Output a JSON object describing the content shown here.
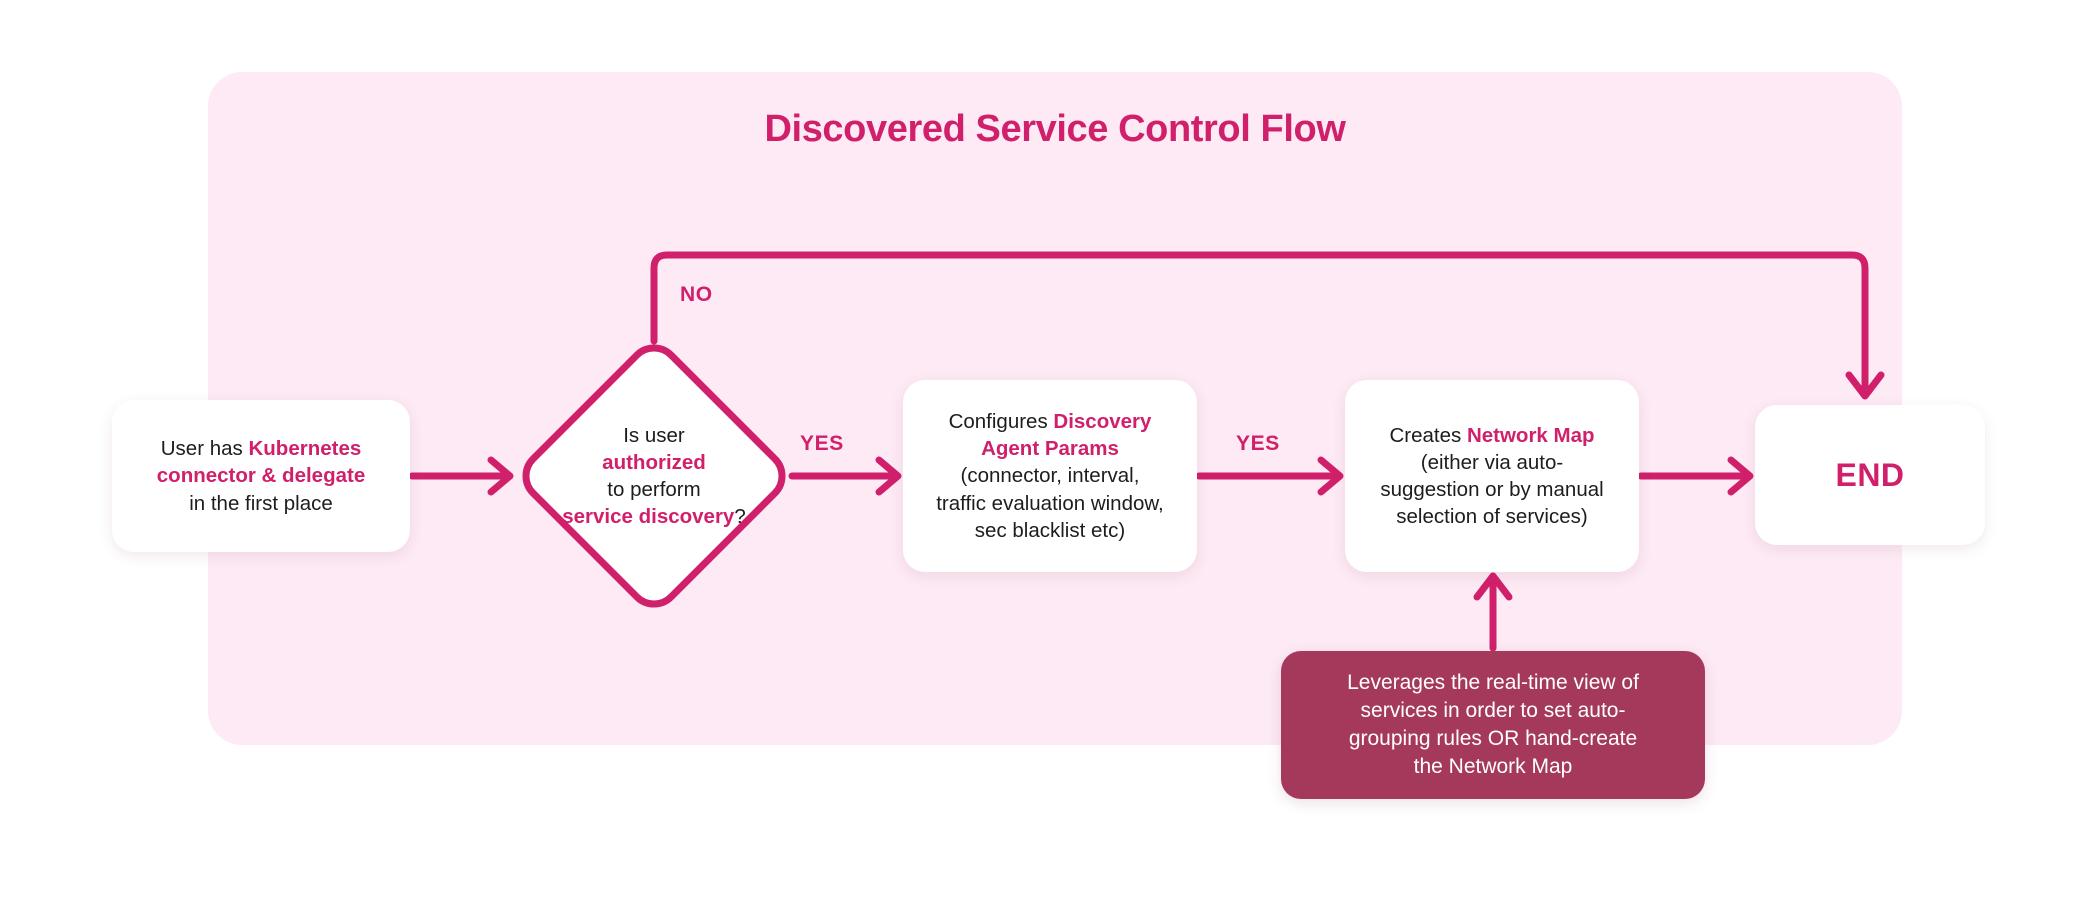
{
  "diagram": {
    "title": "Discovered Service Control Flow",
    "accent_color": "#d1206b",
    "panel_color": "#fdeaf4",
    "note_color": "#a4395c",
    "page_background": "#ffffff",
    "nodes": {
      "start": {
        "shape": "rounded-rectangle",
        "lines": [
          {
            "segments": [
              {
                "text": "User has ",
                "emphasis": false
              },
              {
                "text": "Kubernetes",
                "emphasis": true
              }
            ]
          },
          {
            "segments": [
              {
                "text": "connector & delegate",
                "emphasis": true
              }
            ]
          },
          {
            "segments": [
              {
                "text": "in the first place",
                "emphasis": false
              }
            ]
          }
        ]
      },
      "decision": {
        "shape": "diamond",
        "lines": [
          {
            "segments": [
              {
                "text": "Is user",
                "emphasis": false
              }
            ]
          },
          {
            "segments": [
              {
                "text": "authorized",
                "emphasis": true
              }
            ]
          },
          {
            "segments": [
              {
                "text": "to perform",
                "emphasis": false
              }
            ]
          },
          {
            "segments": [
              {
                "text": "service discovery",
                "emphasis": true
              },
              {
                "text": "?",
                "emphasis": false
              }
            ]
          }
        ]
      },
      "config": {
        "shape": "rounded-rectangle",
        "lines": [
          {
            "segments": [
              {
                "text": "Configures ",
                "emphasis": false
              },
              {
                "text": "Discovery",
                "emphasis": true
              }
            ]
          },
          {
            "segments": [
              {
                "text": "Agent Params",
                "emphasis": true
              }
            ]
          },
          {
            "segments": [
              {
                "text": "(connector, interval,",
                "emphasis": false
              }
            ]
          },
          {
            "segments": [
              {
                "text": "traffic evaluation window,",
                "emphasis": false
              }
            ]
          },
          {
            "segments": [
              {
                "text": "sec blacklist etc)",
                "emphasis": false
              }
            ]
          }
        ]
      },
      "map": {
        "shape": "rounded-rectangle",
        "lines": [
          {
            "segments": [
              {
                "text": "Creates ",
                "emphasis": false
              },
              {
                "text": "Network Map",
                "emphasis": true
              }
            ]
          },
          {
            "segments": [
              {
                "text": "(either via auto-",
                "emphasis": false
              }
            ]
          },
          {
            "segments": [
              {
                "text": "suggestion or by manual",
                "emphasis": false
              }
            ]
          },
          {
            "segments": [
              {
                "text": "selection of services)",
                "emphasis": false
              }
            ]
          }
        ]
      },
      "end": {
        "shape": "rounded-rectangle",
        "label": "END"
      },
      "note": {
        "shape": "rounded-rectangle",
        "lines": [
          {
            "segments": [
              {
                "text": "Leverages the real-time view of",
                "emphasis": false
              }
            ]
          },
          {
            "segments": [
              {
                "text": "services in order to set auto-",
                "emphasis": false
              }
            ]
          },
          {
            "segments": [
              {
                "text": "grouping rules OR hand-create",
                "emphasis": false
              }
            ]
          },
          {
            "segments": [
              {
                "text": "the Network Map",
                "emphasis": false
              }
            ]
          }
        ]
      }
    },
    "edges": [
      {
        "id": "start-to-decision",
        "from": "start",
        "to": "decision",
        "label": ""
      },
      {
        "id": "decision-yes-config",
        "from": "decision",
        "to": "config",
        "label": "YES"
      },
      {
        "id": "config-yes-map",
        "from": "config",
        "to": "map",
        "label": "YES"
      },
      {
        "id": "map-to-end",
        "from": "map",
        "to": "end",
        "label": ""
      },
      {
        "id": "decision-no-end",
        "from": "decision",
        "to": "end",
        "label": "NO"
      },
      {
        "id": "note-to-map",
        "from": "note",
        "to": "map",
        "label": ""
      }
    ]
  }
}
